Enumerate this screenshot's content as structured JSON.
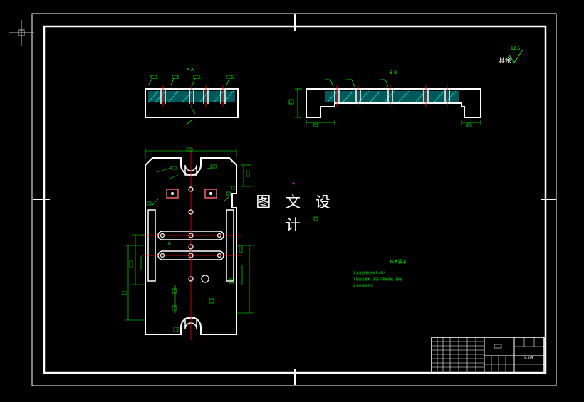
{
  "drawing": {
    "watermark": "图 文 设 计",
    "section_aa": "A-A",
    "section_bb": "B-B",
    "roughness_text": "其余",
    "roughness_value": "12.5",
    "tech_req_title": "技术要求",
    "tech_req_lines": [
      "1.未注倒角均为0.5×45°",
      "2.锐边去毛刺，表面不得有划痕、磕碰",
      "3.零件清洗干净"
    ],
    "title_block_cell": "9.2/4",
    "dim_label": "R"
  },
  "colors": {
    "background": "#000000",
    "frame": "#ffffff",
    "dimension": "#00ff00",
    "hatch": "#00ffff",
    "centerline": "#ff0000",
    "marker": "#ff00ff",
    "text": "#ffffff"
  }
}
